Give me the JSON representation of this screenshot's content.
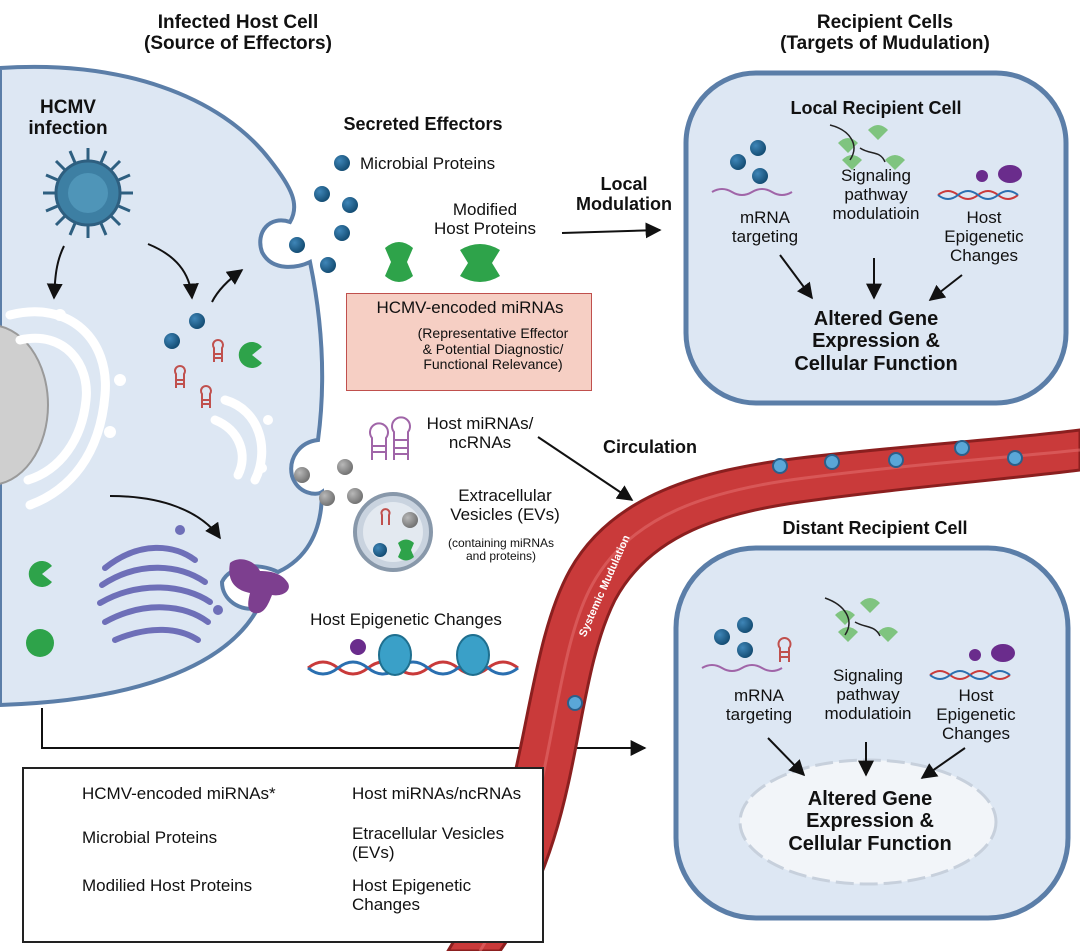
{
  "source_cell": {
    "title": "Infected Host Cell",
    "subtitle": "(Source of Effectors)",
    "infection_label": "HCMV\ninfection"
  },
  "recipient_header": {
    "title": "Recipient Cells",
    "subtitle": "(Targets of Mudulation)"
  },
  "secreted": {
    "title": "Secreted Effectors",
    "microbial_proteins": "Microbial Proteins",
    "modified_host_proteins": "Modified\nHost Proteins",
    "hcmv_mirna_title": "HCMV-encoded miRNAs",
    "hcmv_mirna_desc": "(Representative Effector\n& Potential Diagnostic/\nFunctional Relevance)",
    "host_mirna": "Host miRNAs/\nncRNAs",
    "ev_title": "Extracellular\nVesicles (EVs)",
    "ev_desc": "(containing miRNAs\nand proteins)",
    "epigenetic": "Host Epigenetic Changes"
  },
  "routes": {
    "local": "Local\nModulation",
    "circulation": "Circulation",
    "systemic": "Systemic Mudulation"
  },
  "local_cell": {
    "title": "Local Recipient Cell",
    "mrna": "mRNA\ntargeting",
    "signaling": "Signaling\npathway\nmodulatioin",
    "epigenetic": "Host\nEpigenetic\nChanges",
    "outcome": "Altered Gene\nExpression &\nCellular Function"
  },
  "distant_cell": {
    "title": "Distant Recipient Cell",
    "mrna": "mRNA\ntargeting",
    "signaling": "Signaling\npathway\nmodulatioin",
    "epigenetic": "Host\nEpigenetic\nChanges",
    "outcome": "Altered Gene\nExpression &\nCellular Function"
  },
  "legend": {
    "hcmv_mirna": "HCMV-encoded miRNAs*",
    "host_mirna": "Host miRNAs/ncRNAs",
    "microbial": "Microbial Proteins",
    "ev": "Etracellular Vesicles\n(EVs)",
    "modified": "Modilied Host Proteins",
    "epigenetic": "Host Epigenetic\nChanges"
  },
  "colors": {
    "cell_fill": "#dde7f3",
    "cell_stroke": "#5b7ea8",
    "protein_blue": "#1f5f8b",
    "green": "#2ea34a",
    "purple": "#6a2c8c",
    "vessel": "#c93a3a",
    "mirna_red": "#c0504d"
  }
}
